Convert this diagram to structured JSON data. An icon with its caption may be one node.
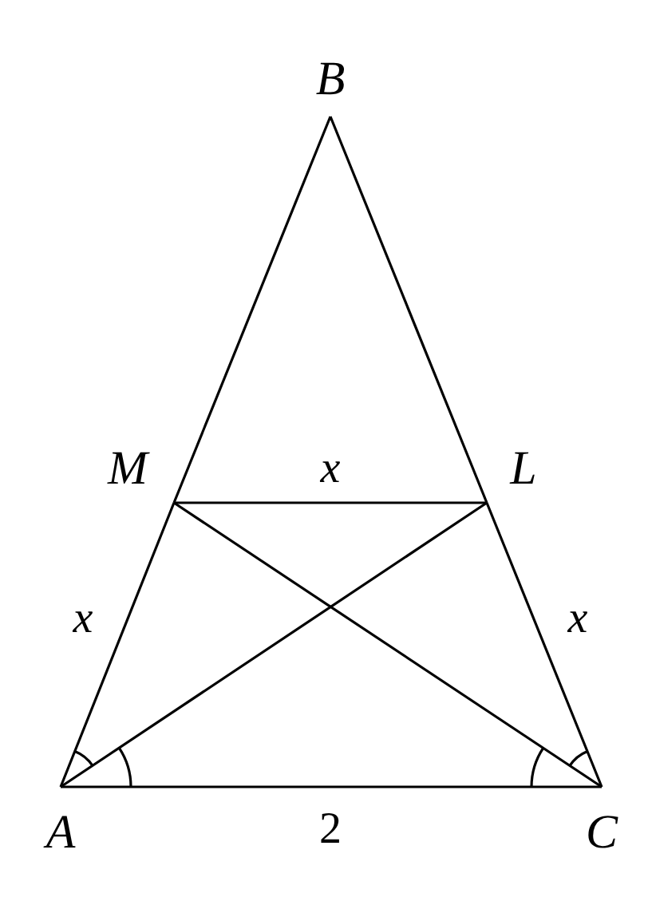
{
  "diagram": {
    "nodes": [
      {
        "text": [
          "A"
        ]
      },
      {
        "text": [
          "B"
        ]
      },
      {
        "text": [
          "C"
        ]
      },
      {
        "text": [
          "M"
        ]
      },
      {
        "text": [
          "L"
        ]
      }
    ],
    "edges": [
      {
        "from": 0,
        "to": 3,
        "arrow": "none",
        "label": "x"
      },
      {
        "from": 3,
        "to": 1,
        "arrow": "none"
      },
      {
        "from": 1,
        "to": 4,
        "arrow": "none"
      },
      {
        "from": 4,
        "to": 2,
        "arrow": "none",
        "label": "x"
      },
      {
        "from": 0,
        "to": 2,
        "arrow": "none",
        "label": "2"
      },
      {
        "from": 3,
        "to": 4,
        "arrow": "none",
        "label": "x"
      },
      {
        "from": 0,
        "to": 4,
        "arrow": "none"
      },
      {
        "from": 3,
        "to": 2,
        "arrow": "none"
      }
    ]
  }
}
